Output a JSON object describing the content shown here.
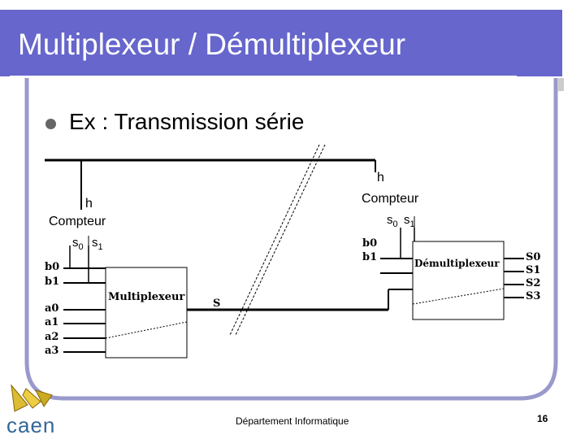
{
  "slide": {
    "title": "Multiplexeur / Démultiplexeur",
    "bullet": "Ex : Transmission série",
    "footer": "Département Informatique",
    "page_number": "16",
    "logo_text": "caen"
  },
  "left": {
    "h_label": "h",
    "counter_label": "Compteur",
    "s0": "s0",
    "s1": "s1",
    "block_label": "Multiplexeur",
    "inputs": [
      "b0",
      "b1",
      "a0",
      "a1",
      "a2",
      "a3"
    ],
    "output": "S"
  },
  "right": {
    "h_label": "h",
    "counter_label": "Compteur",
    "s0": "s0",
    "s1": "s1",
    "block_label": "Démultiplexeur",
    "inputs": [
      "b0",
      "b1"
    ],
    "outputs": [
      "S0",
      "S1",
      "S2",
      "S3"
    ]
  },
  "colors": {
    "title_bg": "#6666cc",
    "border": "#9999cc"
  }
}
